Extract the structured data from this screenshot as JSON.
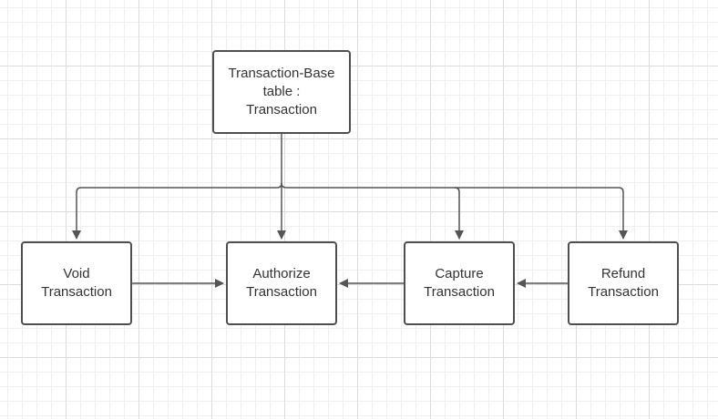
{
  "diagram": {
    "nodes": {
      "base": {
        "label": "Transaction-Base\ntable :\nTransaction"
      },
      "void": {
        "label": "Void\nTransaction"
      },
      "authorize": {
        "label": "Authorize\nTransaction"
      },
      "capture": {
        "label": "Capture\nTransaction"
      },
      "refund": {
        "label": "Refund\nTransaction"
      }
    },
    "edges": [
      {
        "from": "base",
        "to": "void"
      },
      {
        "from": "base",
        "to": "authorize"
      },
      {
        "from": "base",
        "to": "capture"
      },
      {
        "from": "base",
        "to": "refund"
      },
      {
        "from": "void",
        "to": "authorize"
      },
      {
        "from": "capture",
        "to": "authorize"
      },
      {
        "from": "refund",
        "to": "capture"
      }
    ],
    "colors": {
      "line": "#555555",
      "border": "#4f4f4f",
      "text": "#333333",
      "grid": "#dcdcdc"
    }
  }
}
